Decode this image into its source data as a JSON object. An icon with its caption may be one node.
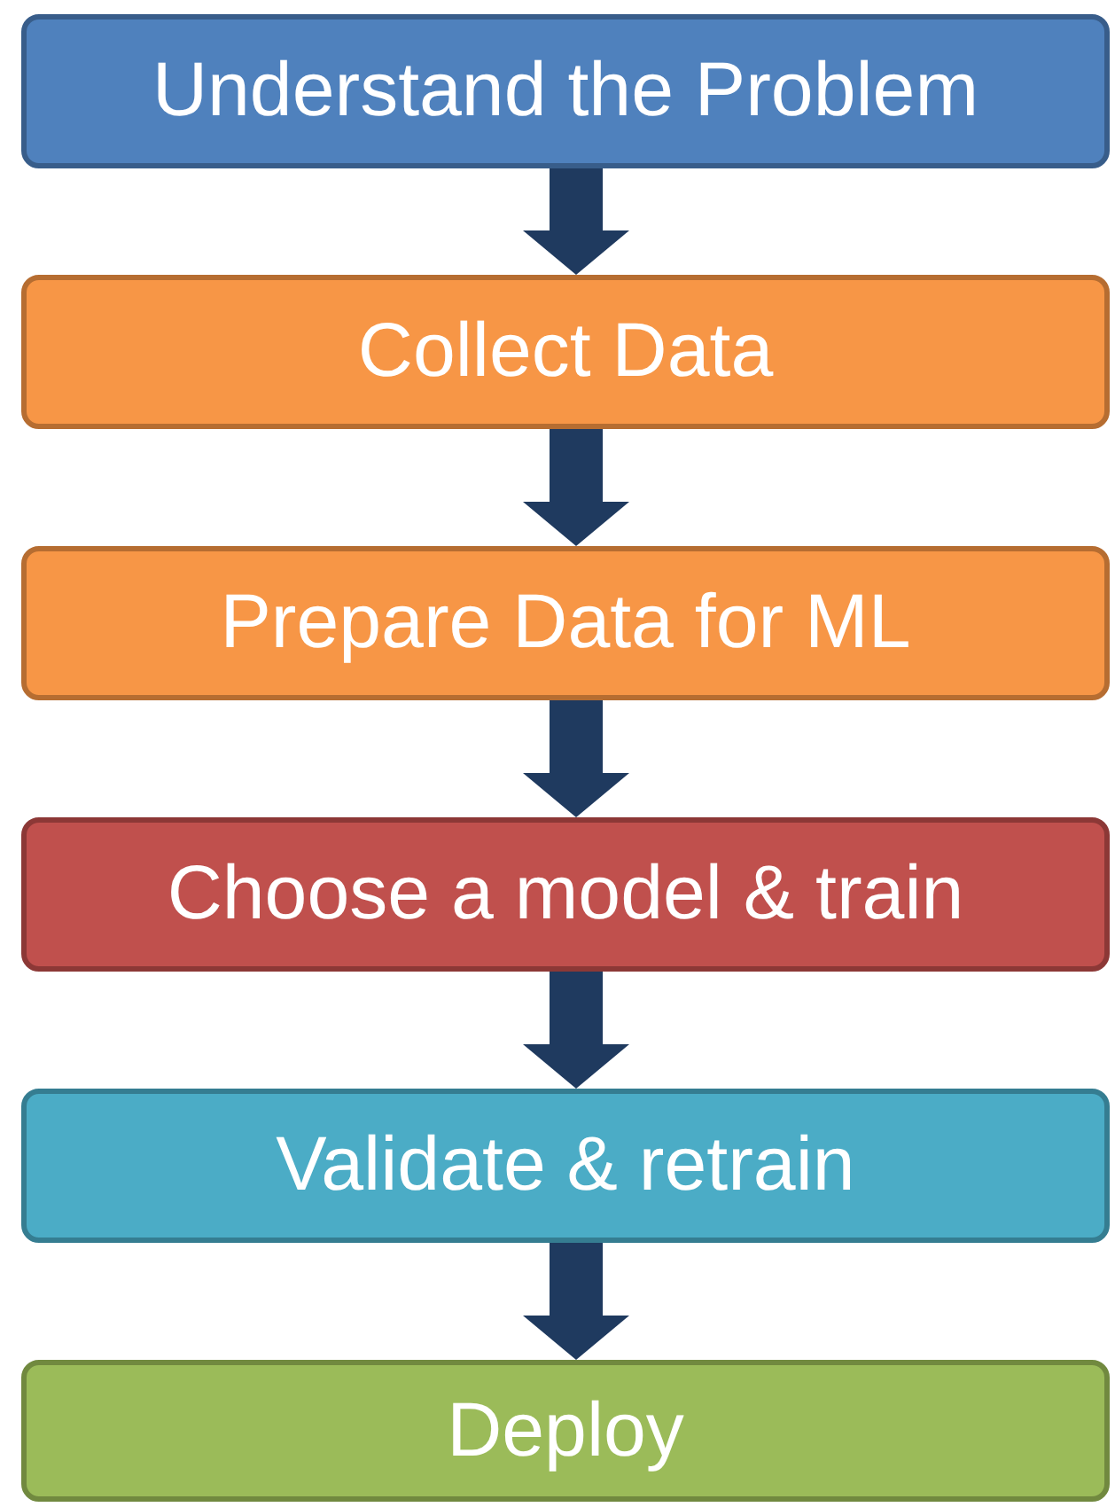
{
  "diagram": {
    "nodes": [
      {
        "text": [
          "Understand the Problem"
        ]
      },
      {
        "text": [
          "Collect Data"
        ]
      },
      {
        "text": [
          "Prepare Data for ML"
        ]
      },
      {
        "text": [
          "Choose a model & train"
        ]
      },
      {
        "text": [
          "Validate & retrain"
        ]
      },
      {
        "text": [
          "Deploy"
        ]
      }
    ],
    "edges": [
      {
        "from": 0,
        "to": 1,
        "arrow": "to"
      },
      {
        "from": 1,
        "to": 2,
        "arrow": "to"
      },
      {
        "from": 2,
        "to": 3,
        "arrow": "to"
      },
      {
        "from": 3,
        "to": 4,
        "arrow": "to"
      },
      {
        "from": 4,
        "to": 5,
        "arrow": "to"
      }
    ]
  }
}
